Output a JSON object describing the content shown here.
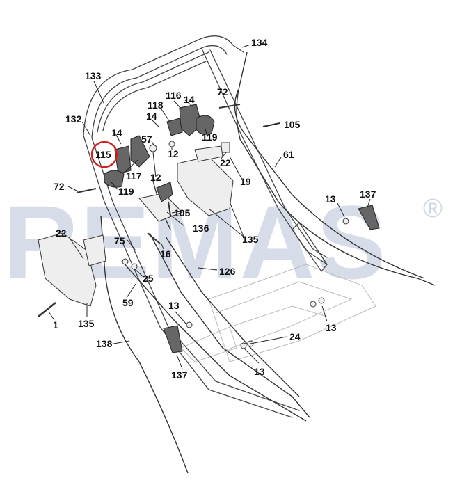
{
  "watermark": {
    "text": "REMAS",
    "symbol": "®"
  },
  "highlighted_part": "115",
  "callouts": [
    {
      "id": "c134",
      "label": "134"
    },
    {
      "id": "c133",
      "label": "133"
    },
    {
      "id": "c132",
      "label": "132"
    },
    {
      "id": "c116",
      "label": "116"
    },
    {
      "id": "c14a",
      "label": "14"
    },
    {
      "id": "c72a",
      "label": "72"
    },
    {
      "id": "c118",
      "label": "118"
    },
    {
      "id": "c14b",
      "label": "14"
    },
    {
      "id": "c14c",
      "label": "14"
    },
    {
      "id": "c119a",
      "label": "119"
    },
    {
      "id": "c105a",
      "label": "105"
    },
    {
      "id": "c57",
      "label": "57"
    },
    {
      "id": "c115",
      "label": "115"
    },
    {
      "id": "c12a",
      "label": "12"
    },
    {
      "id": "c22a",
      "label": "22"
    },
    {
      "id": "c61",
      "label": "61"
    },
    {
      "id": "c117",
      "label": "117"
    },
    {
      "id": "c12b",
      "label": "12"
    },
    {
      "id": "c19",
      "label": "19"
    },
    {
      "id": "c72b",
      "label": "72"
    },
    {
      "id": "c119b",
      "label": "119"
    },
    {
      "id": "c13a",
      "label": "13"
    },
    {
      "id": "c137a",
      "label": "137"
    },
    {
      "id": "c105b",
      "label": "105"
    },
    {
      "id": "c136",
      "label": "136"
    },
    {
      "id": "c22b",
      "label": "22"
    },
    {
      "id": "c135a",
      "label": "135"
    },
    {
      "id": "c75",
      "label": "75"
    },
    {
      "id": "c16",
      "label": "16"
    },
    {
      "id": "c126",
      "label": "126"
    },
    {
      "id": "c25",
      "label": "25"
    },
    {
      "id": "c59",
      "label": "59"
    },
    {
      "id": "c1",
      "label": "1"
    },
    {
      "id": "c135b",
      "label": "135"
    },
    {
      "id": "c13b",
      "label": "13"
    },
    {
      "id": "c24",
      "label": "24"
    },
    {
      "id": "c13c",
      "label": "13"
    },
    {
      "id": "c138",
      "label": "138"
    },
    {
      "id": "c13d",
      "label": "13"
    },
    {
      "id": "c137b",
      "label": "137"
    }
  ]
}
